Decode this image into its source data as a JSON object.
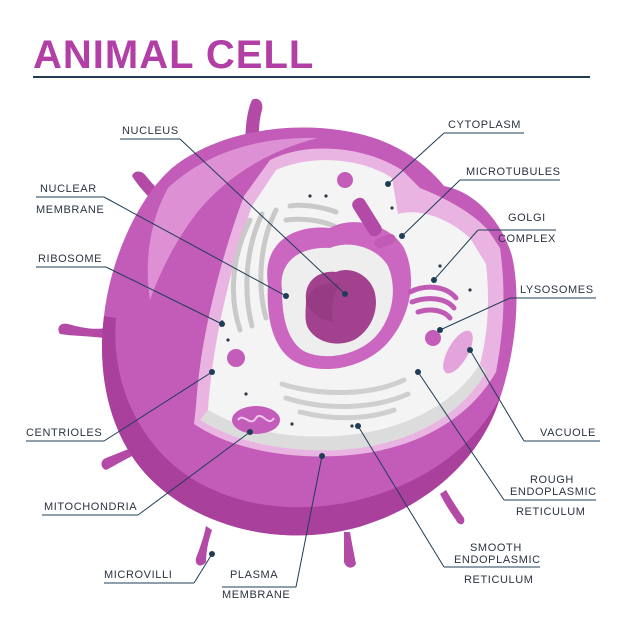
{
  "title": "ANIMAL CELL",
  "colors": {
    "title": "#b23fa6",
    "membrane_dark": "#a83f9c",
    "membrane": "#c65dbb",
    "membrane_light": "#e39ada",
    "cytoplasm": "#f3f3f3",
    "nucleus": "#a2428f",
    "organelle": "#d680cb",
    "line": "#1f3d57"
  },
  "labels": {
    "nucleus": "NUCLEUS",
    "nuclear_1": "NUCLEAR",
    "nuclear_2": "MEMBRANE",
    "ribosome": "RIBOSOME",
    "centrioles": "CENTRIOLES",
    "mitochondria": "MITOCHONDRIA",
    "microvilli": "MICROVILLI",
    "plasma_1": "PLASMA",
    "plasma_2": "MEMBRANE",
    "cytoplasm": "CYTOPLASM",
    "microtubules": "MICROTUBULES",
    "golgi_1": "GOLGI",
    "golgi_2": "COMPLEX",
    "lysosomes": "LYSOSOMES",
    "vacuole": "VACUOLE",
    "rer_1": "ROUGH",
    "rer_2": "ENDOPLASMIC",
    "rer_3": "RETICULUM",
    "ser_1": "SMOOTH",
    "ser_2": "ENDOPLASMIC",
    "ser_3": "RETICULUM"
  }
}
